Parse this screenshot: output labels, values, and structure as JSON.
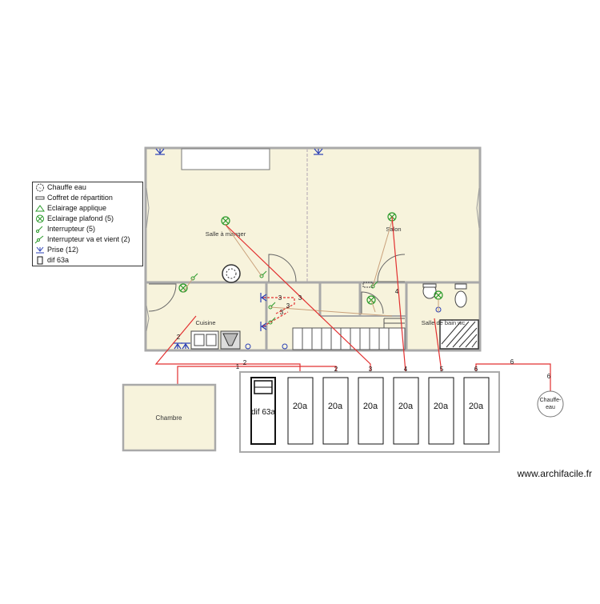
{
  "legend": {
    "items": [
      {
        "label": "Chauffe eau",
        "icon": "water-heater-icon"
      },
      {
        "label": "Coffret de répartition",
        "icon": "distribution-box-icon"
      },
      {
        "label": "Eclairage applique",
        "icon": "wall-light-icon"
      },
      {
        "label": "Eclairage plafond (5)",
        "icon": "ceiling-light-icon"
      },
      {
        "label": "Interrupteur (5)",
        "icon": "switch-icon"
      },
      {
        "label": "Interrupteur va et vient (2)",
        "icon": "two-way-switch-icon"
      },
      {
        "label": "Prise (12)",
        "icon": "socket-icon"
      },
      {
        "label": "dif 63a",
        "icon": "differential-breaker-icon"
      }
    ]
  },
  "rooms": {
    "salle_a_manger": "Salle à manger",
    "salon": "Salon",
    "cuisine": "Cuisine",
    "salle_de_bain": "Salle de bain wc",
    "chambre": "Chambre",
    "chauffe_eau": "Chauffe-\neau"
  },
  "panel": {
    "main_breaker": "dif 63a",
    "breakers": [
      "20a",
      "20a",
      "20a",
      "20a",
      "20a",
      "20a"
    ]
  },
  "circuits": [
    "1",
    "2",
    "3",
    "4",
    "5",
    "6"
  ],
  "circuit_labels_plan": {
    "c2": "2",
    "c3a": "3",
    "c3b": "3",
    "c3c": "3",
    "c3d": "3",
    "c4": "4",
    "c6": "6"
  },
  "watermark": "www.archifacile.fr",
  "colors": {
    "floor_fill": "#f7f3dc",
    "wall": "#a9a9a9",
    "wire": "#e23030",
    "icon": "#2a3fb5",
    "light": "#2a9a2a"
  }
}
